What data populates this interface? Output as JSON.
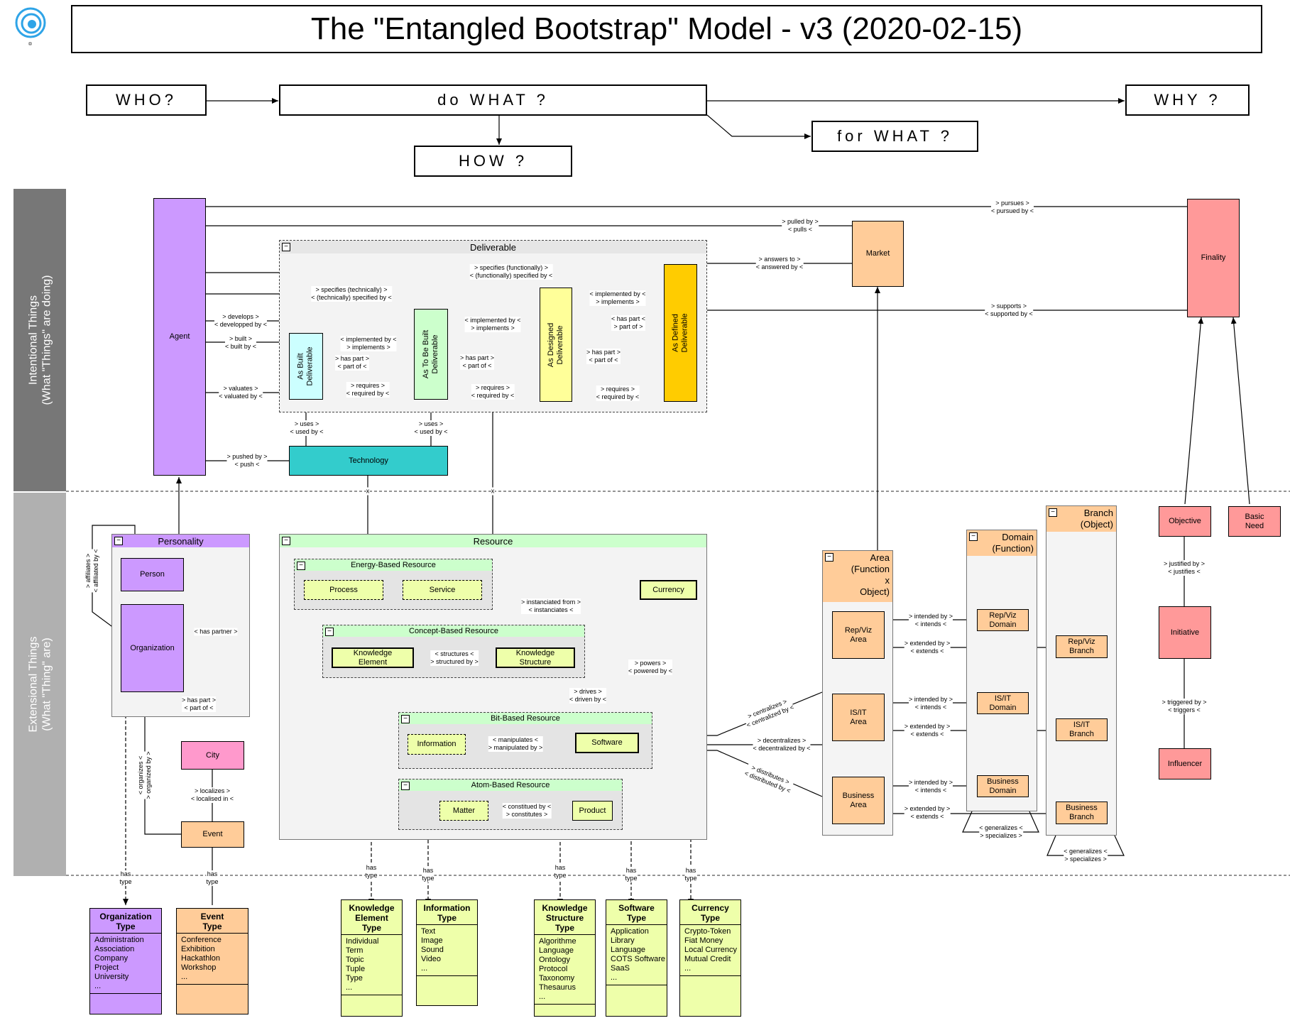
{
  "title": "The \"Entangled Bootstrap\" Model - v3 (2020-02-15)",
  "questions": {
    "who": "WHO?",
    "what": "do WHAT ?",
    "how": "HOW ?",
    "forwhat": "for WHAT ?",
    "why": "WHY ?"
  },
  "bands": {
    "intentional": "Intentional Things\n(What \"Things\" are doing)",
    "extensional": "Extensional Things\n(What \"Thing\" are)"
  },
  "nodes": {
    "agent": "Agent",
    "market": "Market",
    "finality": "Finality",
    "deliverable": "Deliverable",
    "as_built": "As Built\nDeliverable",
    "as_to_be_built": "As To Be Built\nDeliverable",
    "as_designed": "As Designed\nDeliverable",
    "as_defined": "As Defined\nDeliverable",
    "technology": "Technology",
    "personality": "Personality",
    "person": "Person",
    "organization": "Organization",
    "city": "City",
    "event": "Event",
    "resource": "Resource",
    "energy_based": "Energy-Based Resource",
    "process": "Process",
    "service": "Service",
    "currency": "Currency",
    "concept_based": "Concept-Based Resource",
    "knowledge_element": "Knowledge\nElement",
    "knowledge_structure": "Knowledge\nStructure",
    "bit_based": "Bit-Based Resource",
    "information": "Information",
    "software": "Software",
    "atom_based": "Atom-Based Resource",
    "matter": "Matter",
    "product": "Product",
    "area": "Area\n(Function\nx\nObject)",
    "repviz_area": "Rep/Viz\nArea",
    "isit_area": "IS/IT\nArea",
    "business_area": "Business\nArea",
    "domain": "Domain\n(Function)",
    "repviz_domain": "Rep/Viz\nDomain",
    "isit_domain": "IS/IT\nDomain",
    "business_domain": "Business\nDomain",
    "branch": "Branch\n(Object)",
    "repviz_branch": "Rep/Viz\nBranch",
    "isit_branch": "IS/IT\nBranch",
    "business_branch": "Business\nBranch",
    "objective": "Objective",
    "basic_need": "Basic\nNeed",
    "initiative": "Initiative",
    "influencer": "Influencer"
  },
  "relations": {
    "pursues": "> pursues >\n< pursued by <",
    "pulled": "> pulled by >\n< pulls <",
    "answers": "> answers to >\n< answered by <",
    "supports": "> supports >\n< supported by <",
    "specifies_func": "> specifies (functionally) >\n< (functionally) specified by <",
    "specifies_tech": "> specifies (technically) >\n< (technically) specified by <",
    "develops": "> develops >\n< developped by <",
    "built": "> built >\n< built by <",
    "valuates": "> valuates >\n< valuated by <",
    "impl1": "< implemented by <\n> implements >",
    "impl2": "< implemented by <\n> implements >",
    "impl3": "< implemented by <\n> implements >",
    "haspart1": "> has part >\n< part of <",
    "haspart2": "> has part >\n< part of <",
    "haspart3": "> has part >\n< part of <",
    "haspart4": "< has part <\n> part of >",
    "req1": "> requires >\n< required by <",
    "req2": "> requires >\n< required by <",
    "req3": "> requires >\n< required by <",
    "uses1": "> uses >\n< used by <",
    "uses2": "> uses >\n< used by <",
    "pushed": "> pushed by >\n< push <",
    "affiliates": "> affiliates >\n< affiliated by <",
    "has_partner": "< has partner >",
    "has_part_org": "> has part >\n< part of <",
    "organizes": "< organizes <\n> organized by >",
    "localizes": "> localizes >\n< localised in <",
    "instanciated": "> instanciated from >\n< instanciates <",
    "structures": "< structures <\n> structured by >",
    "powers": "> powers >\n< powered by <",
    "drives": "> drives >\n< driven by <",
    "manipulates": "< manipulates <\n> manipulated by >",
    "constitued": "< constitued by <\n> constitutes >",
    "centralizes": "> centralizes >\n< centralized by <",
    "decentralizes": "> decentralizes >\n< decentralized by <",
    "distributes": "> distributes >\n< distributed by <",
    "intended1": "> intended by >\n< intends <",
    "intended2": "> intended by >\n< intends <",
    "intended3": "> intended by >\n< intends <",
    "extended1": "> extended by >\n< extends <",
    "extended2": "> extended by >\n< extends <",
    "extended3": "> extended by >\n< extends <",
    "generalizes1": "< generalizes <\n> specializes >",
    "generalizes2": "< generalizes <\n> specializes >",
    "justified": "> justified by >\n< justifies <",
    "triggered": "> triggered by >\n< triggers <",
    "has_type": "has\ntype",
    "x": "x"
  },
  "types": [
    {
      "name": "Organization\nType",
      "items": [
        "Administration",
        "Association",
        "Company",
        "Project",
        "University",
        "..."
      ]
    },
    {
      "name": "Event\nType",
      "items": [
        "Conference",
        "Exhibition",
        "Hackathlon",
        "Workshop",
        "..."
      ]
    },
    {
      "name": "Knowledge\nElement\nType",
      "items": [
        "Individual",
        "Term",
        "Topic",
        "Tuple",
        "Type",
        "..."
      ]
    },
    {
      "name": "Information\nType",
      "items": [
        "Text",
        "Image",
        "Sound",
        "Video",
        "..."
      ]
    },
    {
      "name": "Knowledge\nStructure\nType",
      "items": [
        "Algorithme",
        "Language",
        "Ontology",
        "Protocol",
        "Taxonomy",
        "Thesaurus",
        "..."
      ]
    },
    {
      "name": "Software\nType",
      "items": [
        "Application",
        "Library",
        "Language",
        "COTS Software",
        "SaaS",
        "..."
      ]
    },
    {
      "name": "Currency\nType",
      "items": [
        "Crypto-Token",
        "Fiat Money",
        "Local Currency",
        "Mutual Credit",
        "..."
      ]
    }
  ],
  "colors": {
    "agent": "#cc99ff",
    "finality": "#ff9999",
    "market": "#ffcc99",
    "as_built": "#ccffff",
    "as_to_be_built": "#ccffcc",
    "as_designed": "#ffff99",
    "as_defined": "#ffcc00",
    "technology": "#33cccc",
    "resource_head": "#ccffcc",
    "resource_box": "#eeffaa",
    "city": "#ff99cc"
  }
}
